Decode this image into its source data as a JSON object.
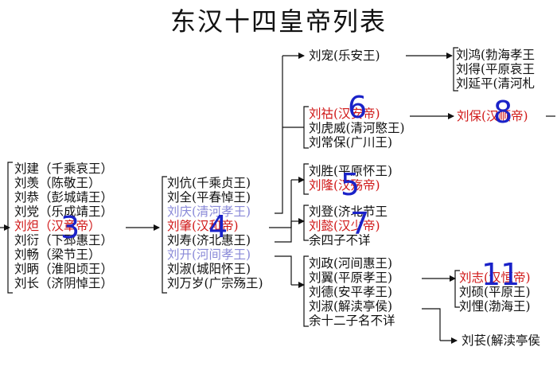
{
  "title": "东汉十四皇帝列表",
  "colors": {
    "emperor": "#d01818",
    "secondary": "#8a8ad8",
    "number": "#1a22c8",
    "text": "#111111"
  },
  "groups": {
    "g1": [
      {
        "text": "刘建（千乘哀王）",
        "style": "normal"
      },
      {
        "text": "刘羡（陈敬王）",
        "style": "normal"
      },
      {
        "text": "刘恭（彭城靖王）",
        "style": "normal"
      },
      {
        "text": "刘党（乐成靖王）",
        "style": "normal"
      },
      {
        "text": "刘炟（汉章帝）",
        "style": "red"
      },
      {
        "text": "刘衍（下邳惠王）",
        "style": "normal"
      },
      {
        "text": "刘畅（梁节王）",
        "style": "normal"
      },
      {
        "text": "刘昞（淮阳顷王）",
        "style": "normal"
      },
      {
        "text": "刘长（济阴悼王）",
        "style": "normal"
      }
    ],
    "g2": [
      {
        "text": "刘伉(千乘贞王)",
        "style": "normal"
      },
      {
        "text": "刘全(平春悼王)",
        "style": "normal"
      },
      {
        "text": "刘庆(清河孝王)",
        "style": "blue"
      },
      {
        "text": "刘肇(汉和帝)",
        "style": "red"
      },
      {
        "text": "刘寿(济北惠王)",
        "style": "normal"
      },
      {
        "text": "刘开(河间孝王)",
        "style": "blue"
      },
      {
        "text": "刘淑(城阳怀王)",
        "style": "normal"
      },
      {
        "text": "刘万岁(广宗殇王)",
        "style": "normal"
      }
    ],
    "g3a": [
      {
        "text": "刘宠(乐安王)",
        "style": "normal"
      }
    ],
    "g3b": [
      {
        "text": "刘祜(汉安帝)",
        "style": "red"
      },
      {
        "text": "刘虎威(清河愍王)",
        "style": "normal"
      },
      {
        "text": "刘常保(广川王)",
        "style": "normal"
      }
    ],
    "g3c": [
      {
        "text": "刘胜(平原怀王)",
        "style": "normal"
      },
      {
        "text": "刘隆(汉殇帝)",
        "style": "red"
      }
    ],
    "g3d": [
      {
        "text": "刘登(济北节王",
        "style": "normal"
      },
      {
        "text": "刘懿(汉少帝)",
        "style": "red"
      },
      {
        "text": "余四子不详",
        "style": "normal"
      }
    ],
    "g3e": [
      {
        "text": "刘政(河间惠王)",
        "style": "normal"
      },
      {
        "text": "刘翼(平原孝王)",
        "style": "normal"
      },
      {
        "text": "刘德(安平孝王)",
        "style": "normal"
      },
      {
        "text": "刘淑(解渎亭侯)",
        "style": "normal"
      },
      {
        "text": "余十二子名不详",
        "style": "normal"
      }
    ],
    "g4a": [
      {
        "text": "刘鸿(勃海孝王",
        "style": "normal"
      },
      {
        "text": "刘得(平原哀王",
        "style": "normal"
      },
      {
        "text": "刘延平(清河札",
        "style": "normal"
      }
    ],
    "g4b": [
      {
        "text": "刘保(汉顺帝)",
        "style": "red"
      }
    ],
    "g4c": [
      {
        "text": "刘志(汉恒帝)",
        "style": "red"
      },
      {
        "text": "刘硕(平原王)",
        "style": "normal"
      },
      {
        "text": "刘悝(渤海王)",
        "style": "normal"
      }
    ],
    "g4d": [
      {
        "text": "刘苌(解渎亭侯",
        "style": "normal"
      }
    ]
  },
  "numbers": [
    "3",
    "4",
    "5",
    "6",
    "7",
    "8",
    "11"
  ]
}
